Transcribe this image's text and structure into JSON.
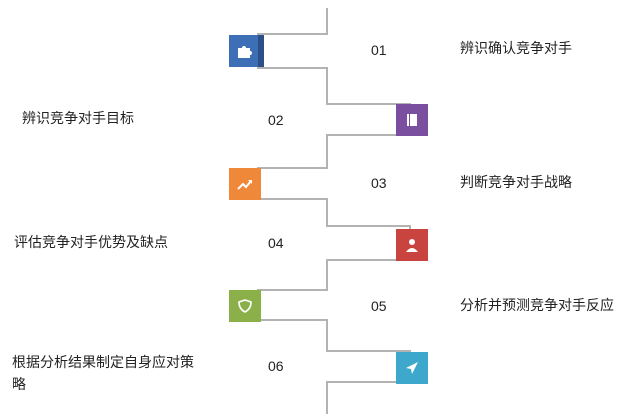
{
  "steps": [
    {
      "number": "01",
      "label": "辨识确认竞争对手",
      "icon": "puzzle-icon",
      "color": "#3c6fb6"
    },
    {
      "number": "02",
      "label": "辨识竞争对手目标",
      "icon": "book-icon",
      "color": "#7b4fa0"
    },
    {
      "number": "03",
      "label": "判断竞争对手战略",
      "icon": "trend-icon",
      "color": "#f0883a"
    },
    {
      "number": "04",
      "label": "评估竞争对手优势及缺点",
      "icon": "person-icon",
      "color": "#c9443e"
    },
    {
      "number": "05",
      "label": "分析并预测竞争对手反应",
      "icon": "shield-icon",
      "color": "#8bb04a"
    },
    {
      "number": "06",
      "label": "根据分析结果制定自身应对策略",
      "icon": "navigation-icon",
      "color": "#3da8cc"
    }
  ],
  "colors": {
    "line": "#b3b3b3"
  }
}
